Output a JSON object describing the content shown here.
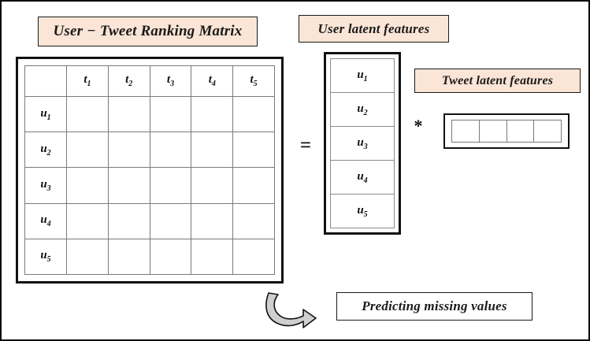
{
  "diagram": {
    "title_matrix": "User − Tweet Ranking Matrix",
    "title_user_latent": "User latent features",
    "title_tweet_latent": "Tweet latent features",
    "title_predicting": "Predicting missing values",
    "equals_symbol": "=",
    "multiply_symbol": "*",
    "arrow_name": "curved-arrow"
  },
  "colors": {
    "rated_cell": "#fbe6da",
    "missing_cell": "#daecf2",
    "label_background": "#fbe5d6",
    "border": "#111111",
    "grid_line": "#7a7a7a",
    "page_background": "#ffffff"
  },
  "matrix": {
    "corner_label": "",
    "column_headers": [
      {
        "base": "t",
        "sub": "1"
      },
      {
        "base": "t",
        "sub": "2"
      },
      {
        "base": "t",
        "sub": "3"
      },
      {
        "base": "t",
        "sub": "4"
      },
      {
        "base": "t",
        "sub": "5"
      }
    ],
    "row_headers": [
      {
        "base": "u",
        "sub": "1"
      },
      {
        "base": "u",
        "sub": "2"
      },
      {
        "base": "u",
        "sub": "3"
      },
      {
        "base": "u",
        "sub": "4"
      },
      {
        "base": "u",
        "sub": "5"
      }
    ],
    "cells": [
      [
        "rated",
        "rated",
        "rated",
        "missing",
        "rated"
      ],
      [
        "rated",
        "rated",
        "missing",
        "missing",
        "rated"
      ],
      [
        "rated",
        "missing",
        "missing",
        "rated",
        "rated"
      ],
      [
        "rated",
        "rated",
        "rated",
        "missing",
        "rated"
      ],
      [
        "missing",
        "rated",
        "rated",
        "rated",
        "rated"
      ]
    ]
  },
  "user_latent": {
    "rows": [
      {
        "base": "u",
        "sub": "1"
      },
      {
        "base": "u",
        "sub": "2"
      },
      {
        "base": "u",
        "sub": "3"
      },
      {
        "base": "u",
        "sub": "4"
      },
      {
        "base": "u",
        "sub": "5"
      }
    ]
  },
  "tweet_latent": {
    "cells": [
      "",
      "",
      "",
      ""
    ]
  }
}
